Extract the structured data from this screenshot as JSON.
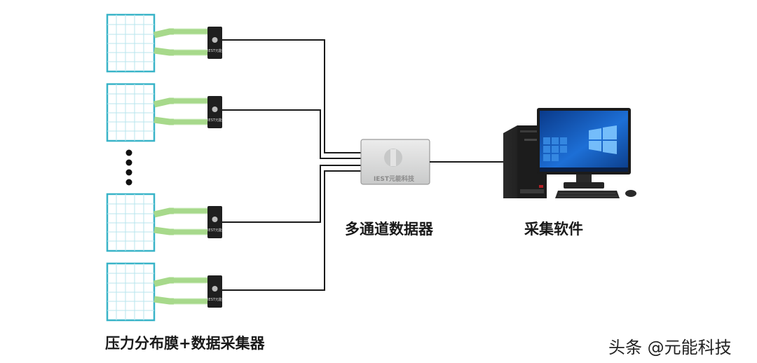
{
  "labels": {
    "sensor_group": "压力分布膜+数据采集器",
    "hub": "多通道数据器",
    "pc": "采集软件",
    "watermark": "头条 @元能科技"
  },
  "device_text": {
    "collector": "IEST元能",
    "hub_brand": "IEST元能科技"
  },
  "colors": {
    "sensor_border": "#39b4c8",
    "sensor_grid": "#b9e6ee",
    "ribbon": "#a7d98b",
    "cable": "#1a1a1a",
    "hub_body": "#d9dadb"
  }
}
